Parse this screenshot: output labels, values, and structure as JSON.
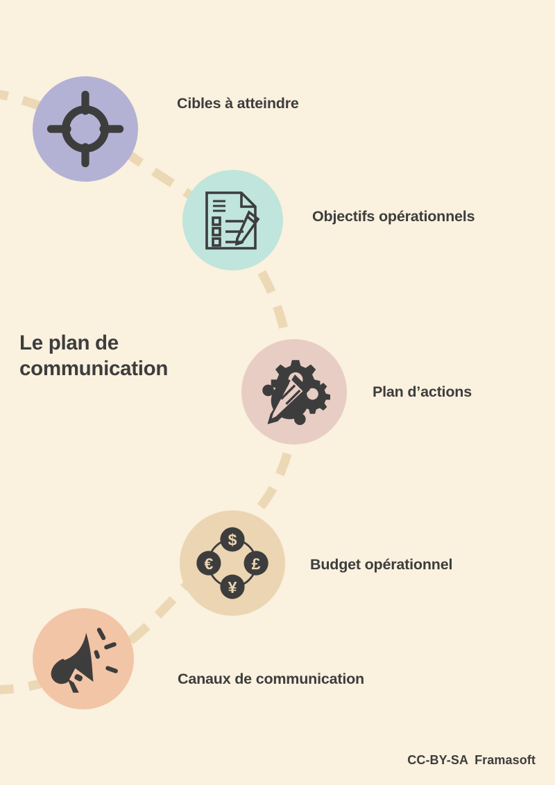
{
  "page": {
    "background_color": "#faf1df",
    "text_color": "#3d3d3d",
    "connector_color": "#ecd8b4"
  },
  "title": {
    "line1": "Le plan de",
    "line2": "communication",
    "full": "Le plan de communication"
  },
  "credit": {
    "license": "CC-BY-SA",
    "author": "Framasoft"
  },
  "steps": [
    {
      "label": "Cibles à atteindre",
      "icon": "target-icon",
      "circle_color": "#b3b2d4",
      "icon_color": "#3d3d3d"
    },
    {
      "label": "Objectifs opérationnels",
      "icon": "checklist-document-pencil-icon",
      "circle_color": "#bfe5dc",
      "icon_color": "#3d3d3d"
    },
    {
      "label": "Plan d’actions",
      "icon": "gears-pencil-icon",
      "circle_color": "#e8cdc4",
      "icon_color": "#3d3d3d"
    },
    {
      "label": "Budget opérationnel",
      "icon": "currency-coins-icon",
      "circle_color": "#ecd5b2",
      "icon_color": "#3d3d3d",
      "currencies": [
        "$",
        "€",
        "£",
        "¥"
      ]
    },
    {
      "label": "Canaux de communication",
      "icon": "megaphone-icon",
      "circle_color": "#f2c5a7",
      "icon_color": "#3d3d3d"
    }
  ]
}
